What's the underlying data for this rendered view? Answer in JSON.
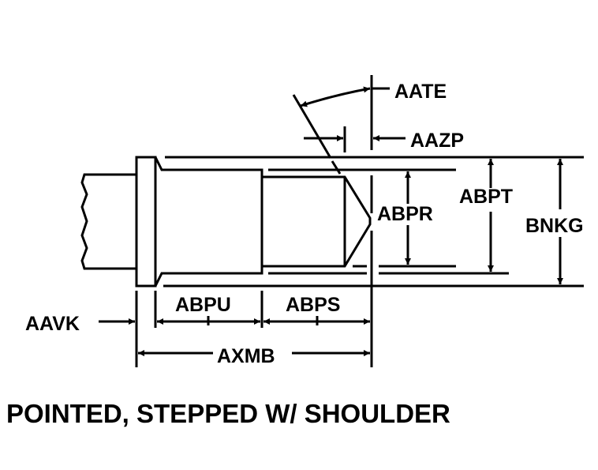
{
  "labels": {
    "aate": "AATE",
    "aazp": "AAZP",
    "abpr": "ABPR",
    "abpt": "ABPT",
    "bnkg": "BNKG",
    "aavk": "AAVK",
    "abpu": "ABPU",
    "abps": "ABPS",
    "axmb": "AXMB"
  },
  "title": "POINTED, STEPPED W/ SHOULDER",
  "colors": {
    "ink": "#000000",
    "background": "#ffffff"
  }
}
